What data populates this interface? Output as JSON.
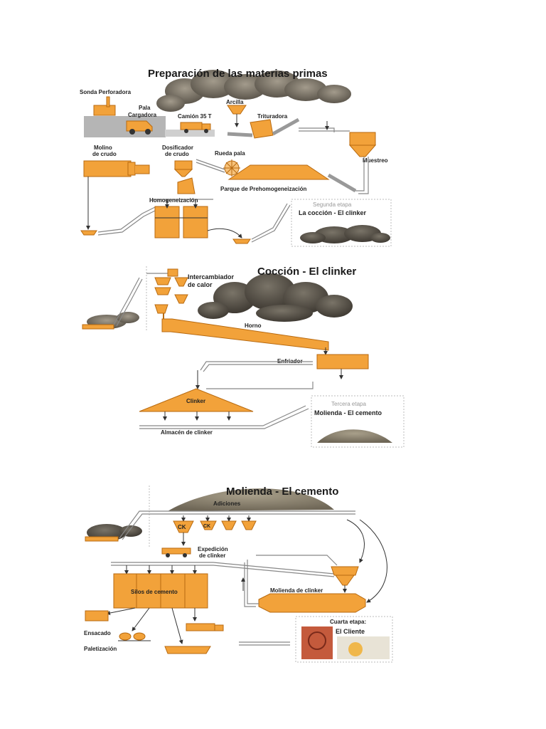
{
  "sections": [
    {
      "title": "Preparación de las materias primas",
      "labels": {
        "drill": "Sonda Perforadora",
        "loader_1": "Pala",
        "loader_2": "Cargadora",
        "truck": "Camión 35 T",
        "clay": "Arcilla",
        "crusher": "Trituradora",
        "mill_1": "Molino",
        "mill_2": "de crudo",
        "doser_1": "Dosificador",
        "doser_2": "de crudo",
        "wheel": "Rueda pala",
        "sampler": "Muestreo",
        "park": "Parque de Prehomogeneización",
        "homog": "Homogeneización"
      },
      "next_stage": {
        "caption": "Segunda etapa",
        "title": "La cocción - El clinker"
      }
    },
    {
      "title": "Cocción - El clinker",
      "labels": {
        "exchanger_1": "Intercambiador",
        "exchanger_2": "de calor",
        "kiln": "Horno",
        "cooler": "Enfriador",
        "clinker": "Clinker",
        "storage": "Almacén de clinker"
      },
      "next_stage": {
        "caption": "Tercera etapa",
        "title": "Molienda - El cemento"
      }
    },
    {
      "title": "Molienda - El cemento",
      "labels": {
        "additions": "Adiciones",
        "ck": "CK",
        "shipping_1": "Expedición",
        "shipping_2": "de clinker",
        "silos": "Silos de cemento",
        "mill": "Molienda de clinker",
        "bagging": "Ensacado",
        "pallet": "Paletización"
      },
      "next_stage": {
        "caption": "Cuarta etapa:",
        "title": "El Cliente"
      }
    }
  ],
  "colors": {
    "equipment": "#f2a23a",
    "outline": "#b86a10",
    "rock": "#8a8275",
    "pipe": "#999999"
  }
}
